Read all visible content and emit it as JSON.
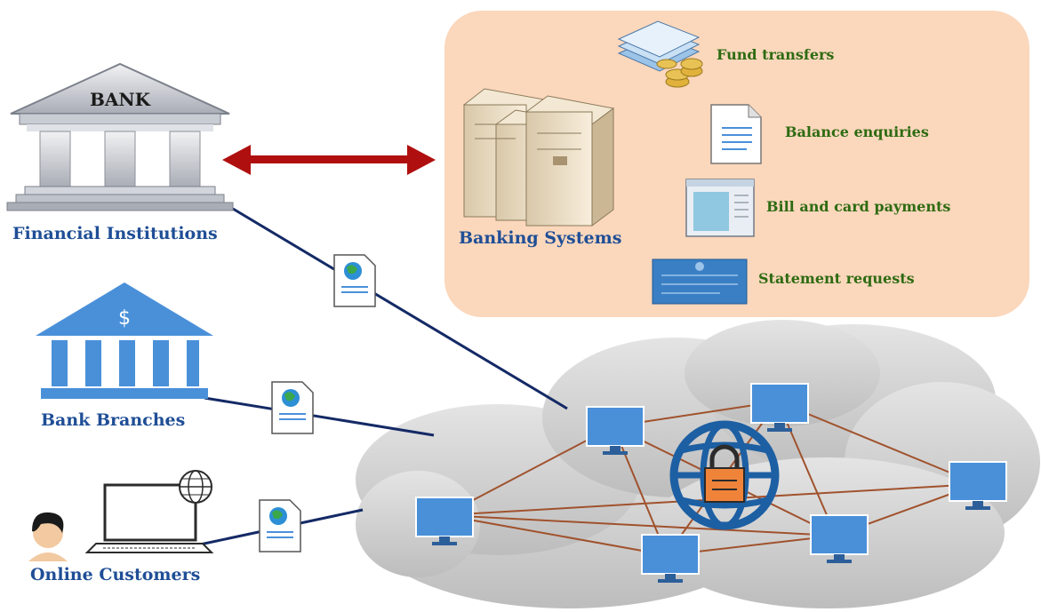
{
  "colors": {
    "label_blue": "#1f4e96",
    "label_green": "#2e6b12",
    "panel_fill": "#fbd7bc",
    "arrow_red": "#b00f0f",
    "link_navy": "#142a66",
    "mesh_brown": "#a0522d",
    "monitor_blue": "#4a90d9",
    "lock_orange": "#f0833a"
  },
  "left_column": {
    "financial": {
      "label": "Financial Institutions",
      "icon": "bank-building-icon",
      "sign": "BANK"
    },
    "branches": {
      "label": "Bank Branches",
      "icon": "bank-branch-icon",
      "sign": "$"
    },
    "online": {
      "label": "Online Customers",
      "icon": "customer-computer-icon"
    }
  },
  "banking_panel": {
    "title": "Banking Systems",
    "icon": "server-cluster-icon",
    "services": [
      {
        "label": "Fund transfers",
        "icon": "fund-transfer-icon"
      },
      {
        "label": "Balance enquiries",
        "icon": "document-icon"
      },
      {
        "label": "Bill and card payments",
        "icon": "payment-window-icon"
      },
      {
        "label": "Statement requests",
        "icon": "statement-icon"
      }
    ]
  },
  "network": {
    "icon": "secure-globe-icon",
    "node_icon": "monitor-icon",
    "message_icon": "web-document-icon"
  }
}
